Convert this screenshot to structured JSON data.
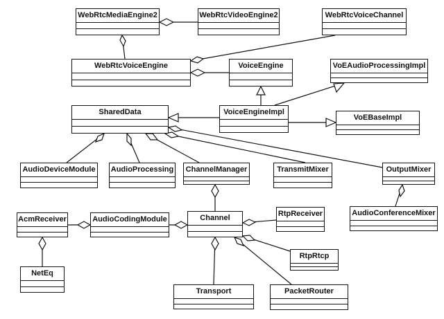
{
  "diagram": {
    "classes": {
      "webrtc_media_engine2": "WebRtcMediaEngine2",
      "webrtc_video_engine2": "WebRtcVideoEngine2",
      "webrtc_voice_channel": "WebRtcVoiceChannel",
      "webrtc_voice_engine": "WebRtcVoiceEngine",
      "voice_engine": "VoiceEngine",
      "voe_audio_processing_impl": "VoEAudioProcessingImpl",
      "shared_data": "SharedData",
      "voice_engine_impl": "VoiceEngineImpl",
      "voe_base_impl": "VoEBaseImpl",
      "audio_device_module": "AudioDeviceModule",
      "audio_processing": "AudioProcessing",
      "channel_manager": "ChannelManager",
      "transmit_mixer": "TransmitMixer",
      "output_mixer": "OutputMixer",
      "acm_receiver": "AcmReceiver",
      "audio_coding_module": "AudioCodingModule",
      "channel": "Channel",
      "rtp_receiver": "RtpReceiver",
      "audio_conference_mixer": "AudioConferenceMixer",
      "rtp_rtcp": "RtpRtcp",
      "net_eq": "NetEq",
      "transport": "Transport",
      "packet_router": "PacketRouter"
    }
  }
}
